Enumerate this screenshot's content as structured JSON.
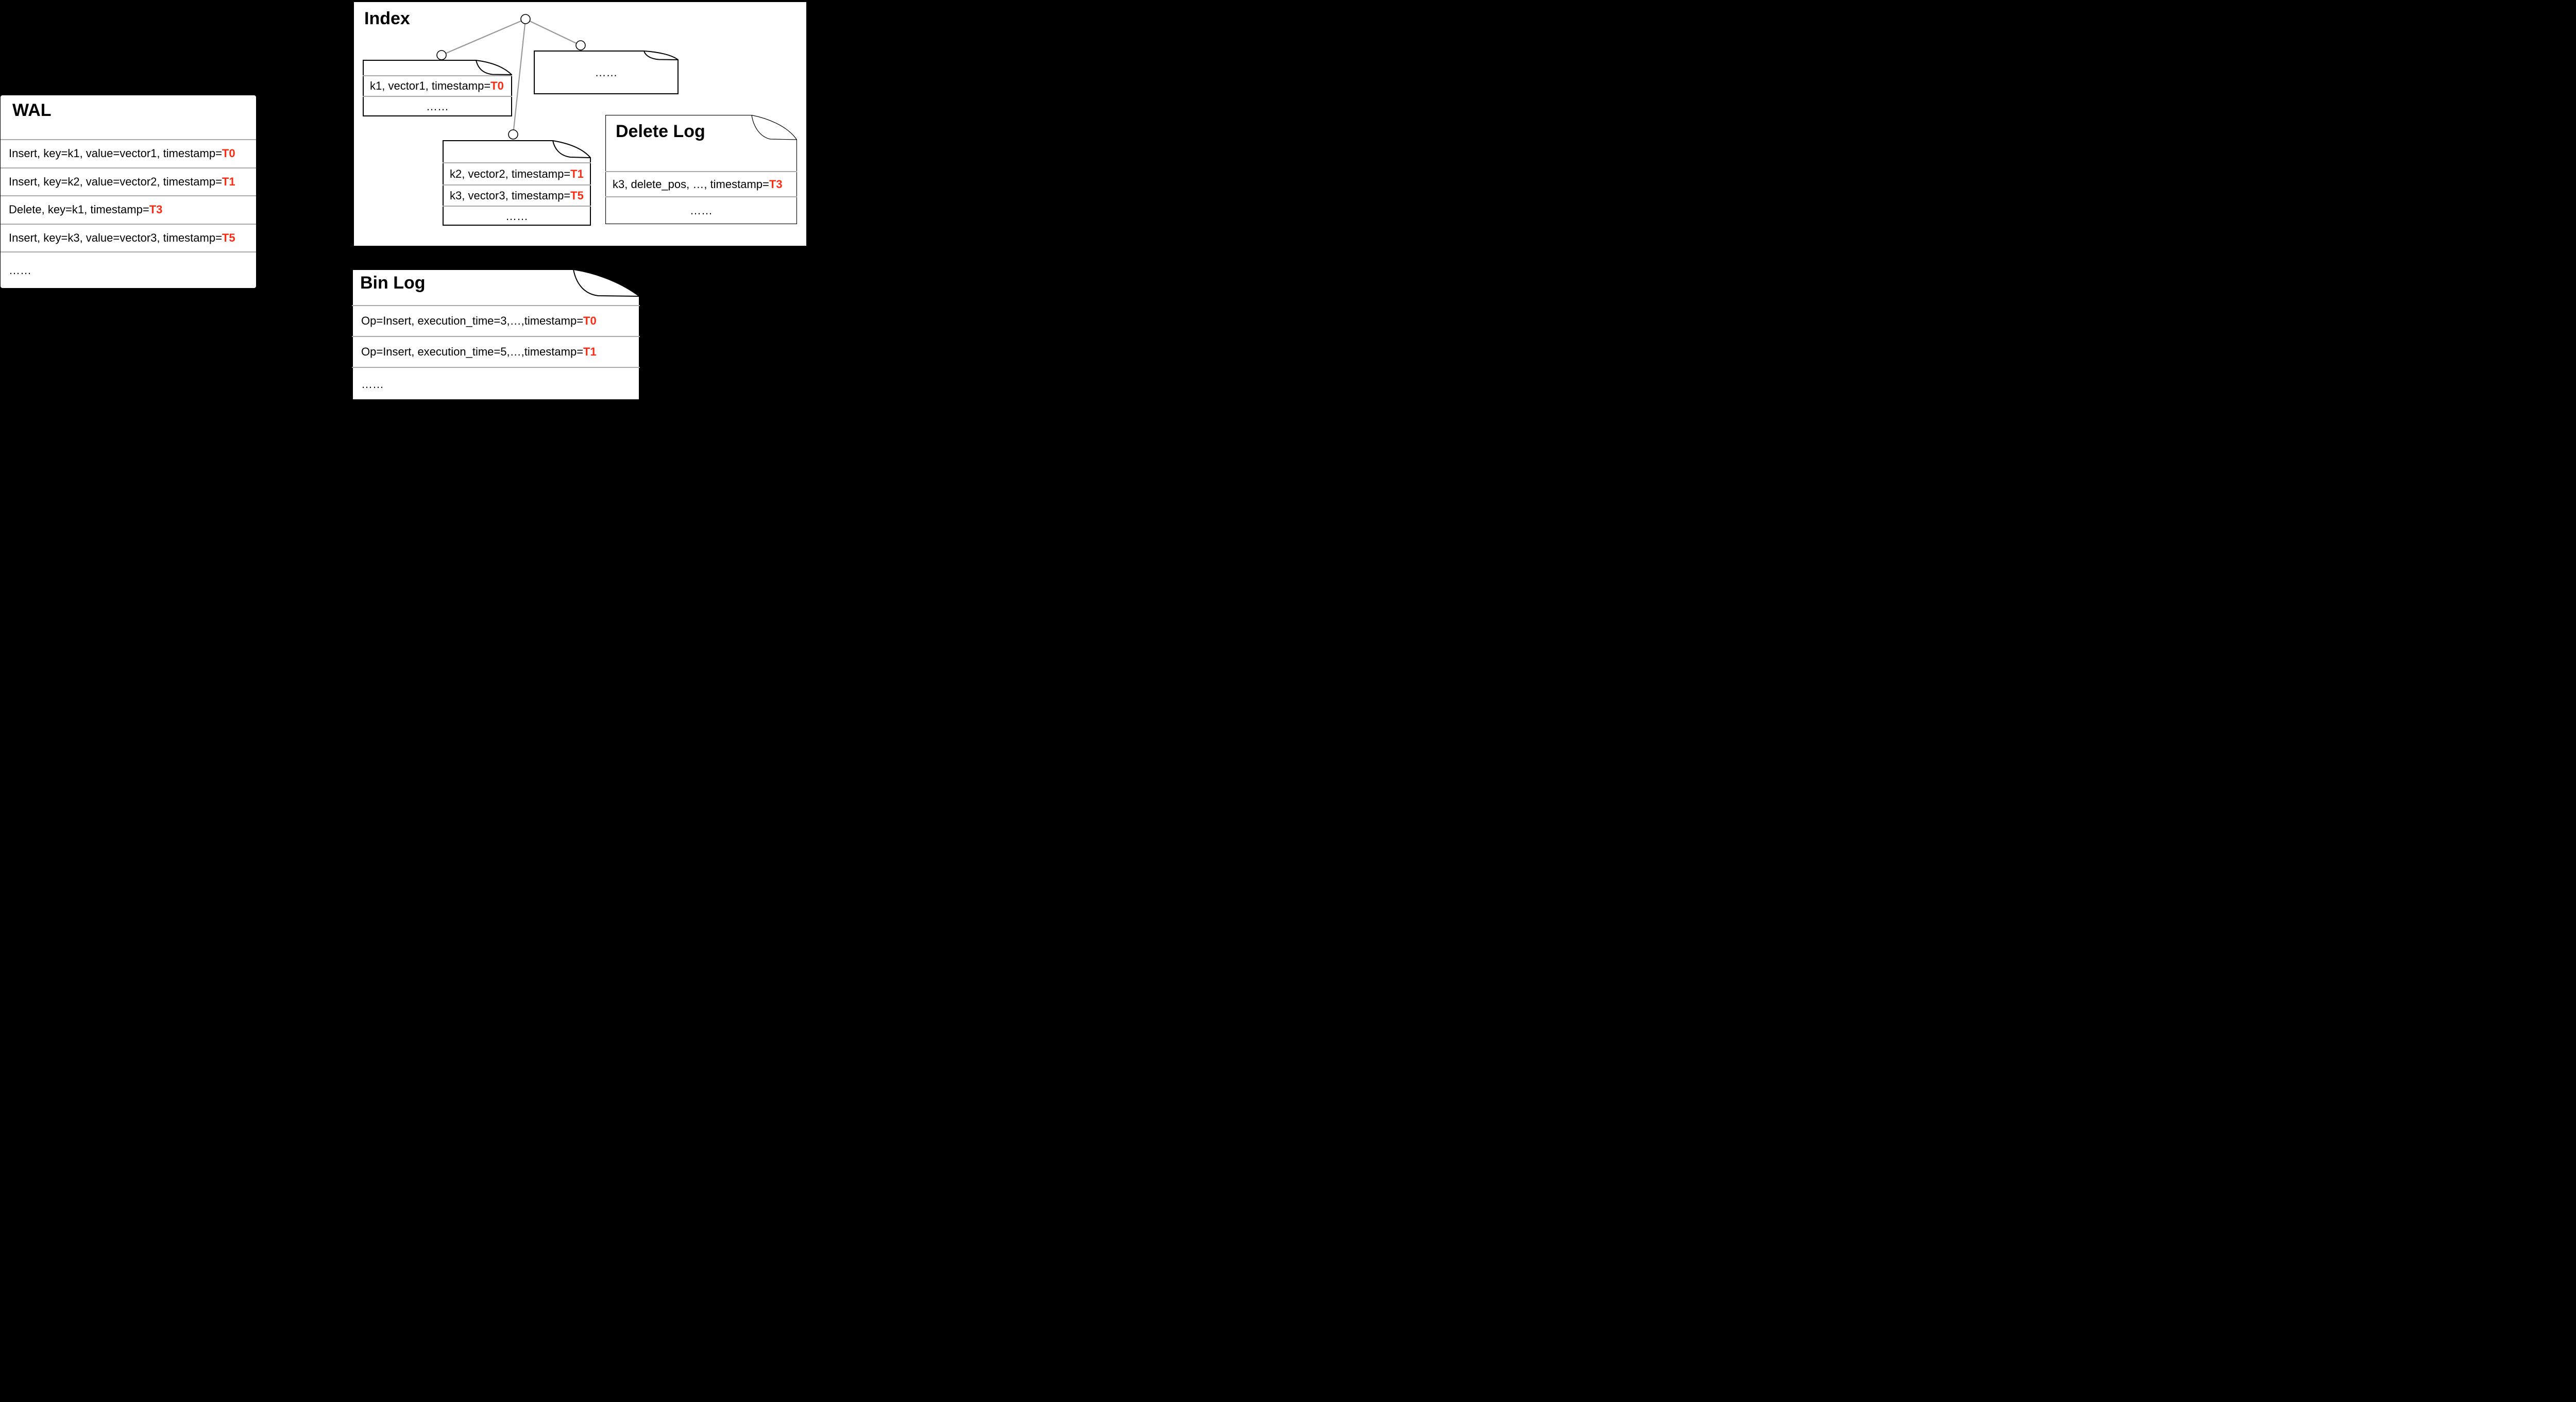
{
  "colors": {
    "background": "#000000",
    "panel_white": "#ffffff",
    "accent_red": "#fb2c14",
    "separator_gray": "#aaaaaa",
    "connector_gray": "#999999",
    "text_black": "#000000"
  },
  "wal": {
    "title": "WAL",
    "rows": [
      {
        "text": "Insert, key=k1, value=vector1, timestamp=",
        "ts": "T0"
      },
      {
        "text": "Insert, key=k2, value=vector2, timestamp=",
        "ts": "T1"
      },
      {
        "text": "Delete, key=k1, timestamp=",
        "ts": "T3"
      },
      {
        "text": "Insert, key=k3, value=vector3, timestamp=",
        "ts": "T5"
      },
      {
        "text": "……",
        "ts": ""
      }
    ]
  },
  "index": {
    "title": "Index",
    "left_doc": {
      "rows": [
        {
          "text": "k1, vector1, timestamp=",
          "ts": "T0"
        },
        {
          "text": "……",
          "ts": ""
        }
      ]
    },
    "right_doc": {
      "rows": [
        {
          "text": "……",
          "ts": ""
        }
      ]
    },
    "middle_doc": {
      "rows": [
        {
          "text": "k2, vector2, timestamp=",
          "ts": "T1"
        },
        {
          "text": "k3, vector3, timestamp=",
          "ts": "T5"
        },
        {
          "text": "……",
          "ts": ""
        }
      ]
    }
  },
  "delete_log": {
    "title": "Delete Log",
    "rows": [
      {
        "text": "k3, delete_pos, …, timestamp=",
        "ts": "T3"
      },
      {
        "text": "……",
        "ts": ""
      }
    ]
  },
  "bin_log": {
    "title": "Bin Log",
    "rows": [
      {
        "text": "Op=Insert, execution_time=3,…,timestamp=",
        "ts": "T0"
      },
      {
        "text": "Op=Insert, execution_time=5,…,timestamp=",
        "ts": "T1"
      },
      {
        "text": "……",
        "ts": ""
      }
    ]
  }
}
